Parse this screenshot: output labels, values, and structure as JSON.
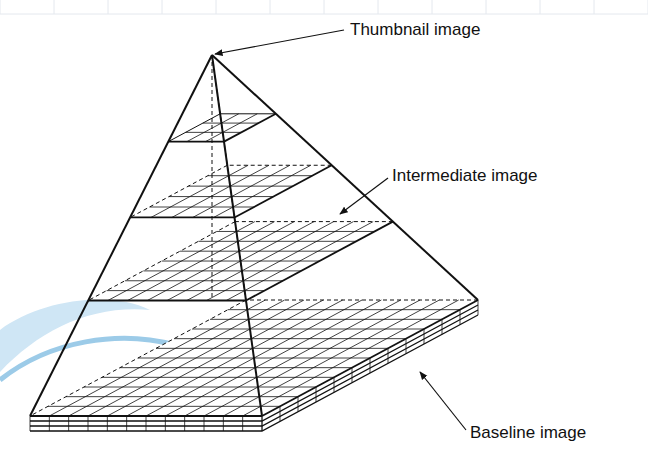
{
  "diagram": {
    "labels": [
      "Thumbnail image",
      "Intermediate image",
      "Baseline image"
    ]
  }
}
